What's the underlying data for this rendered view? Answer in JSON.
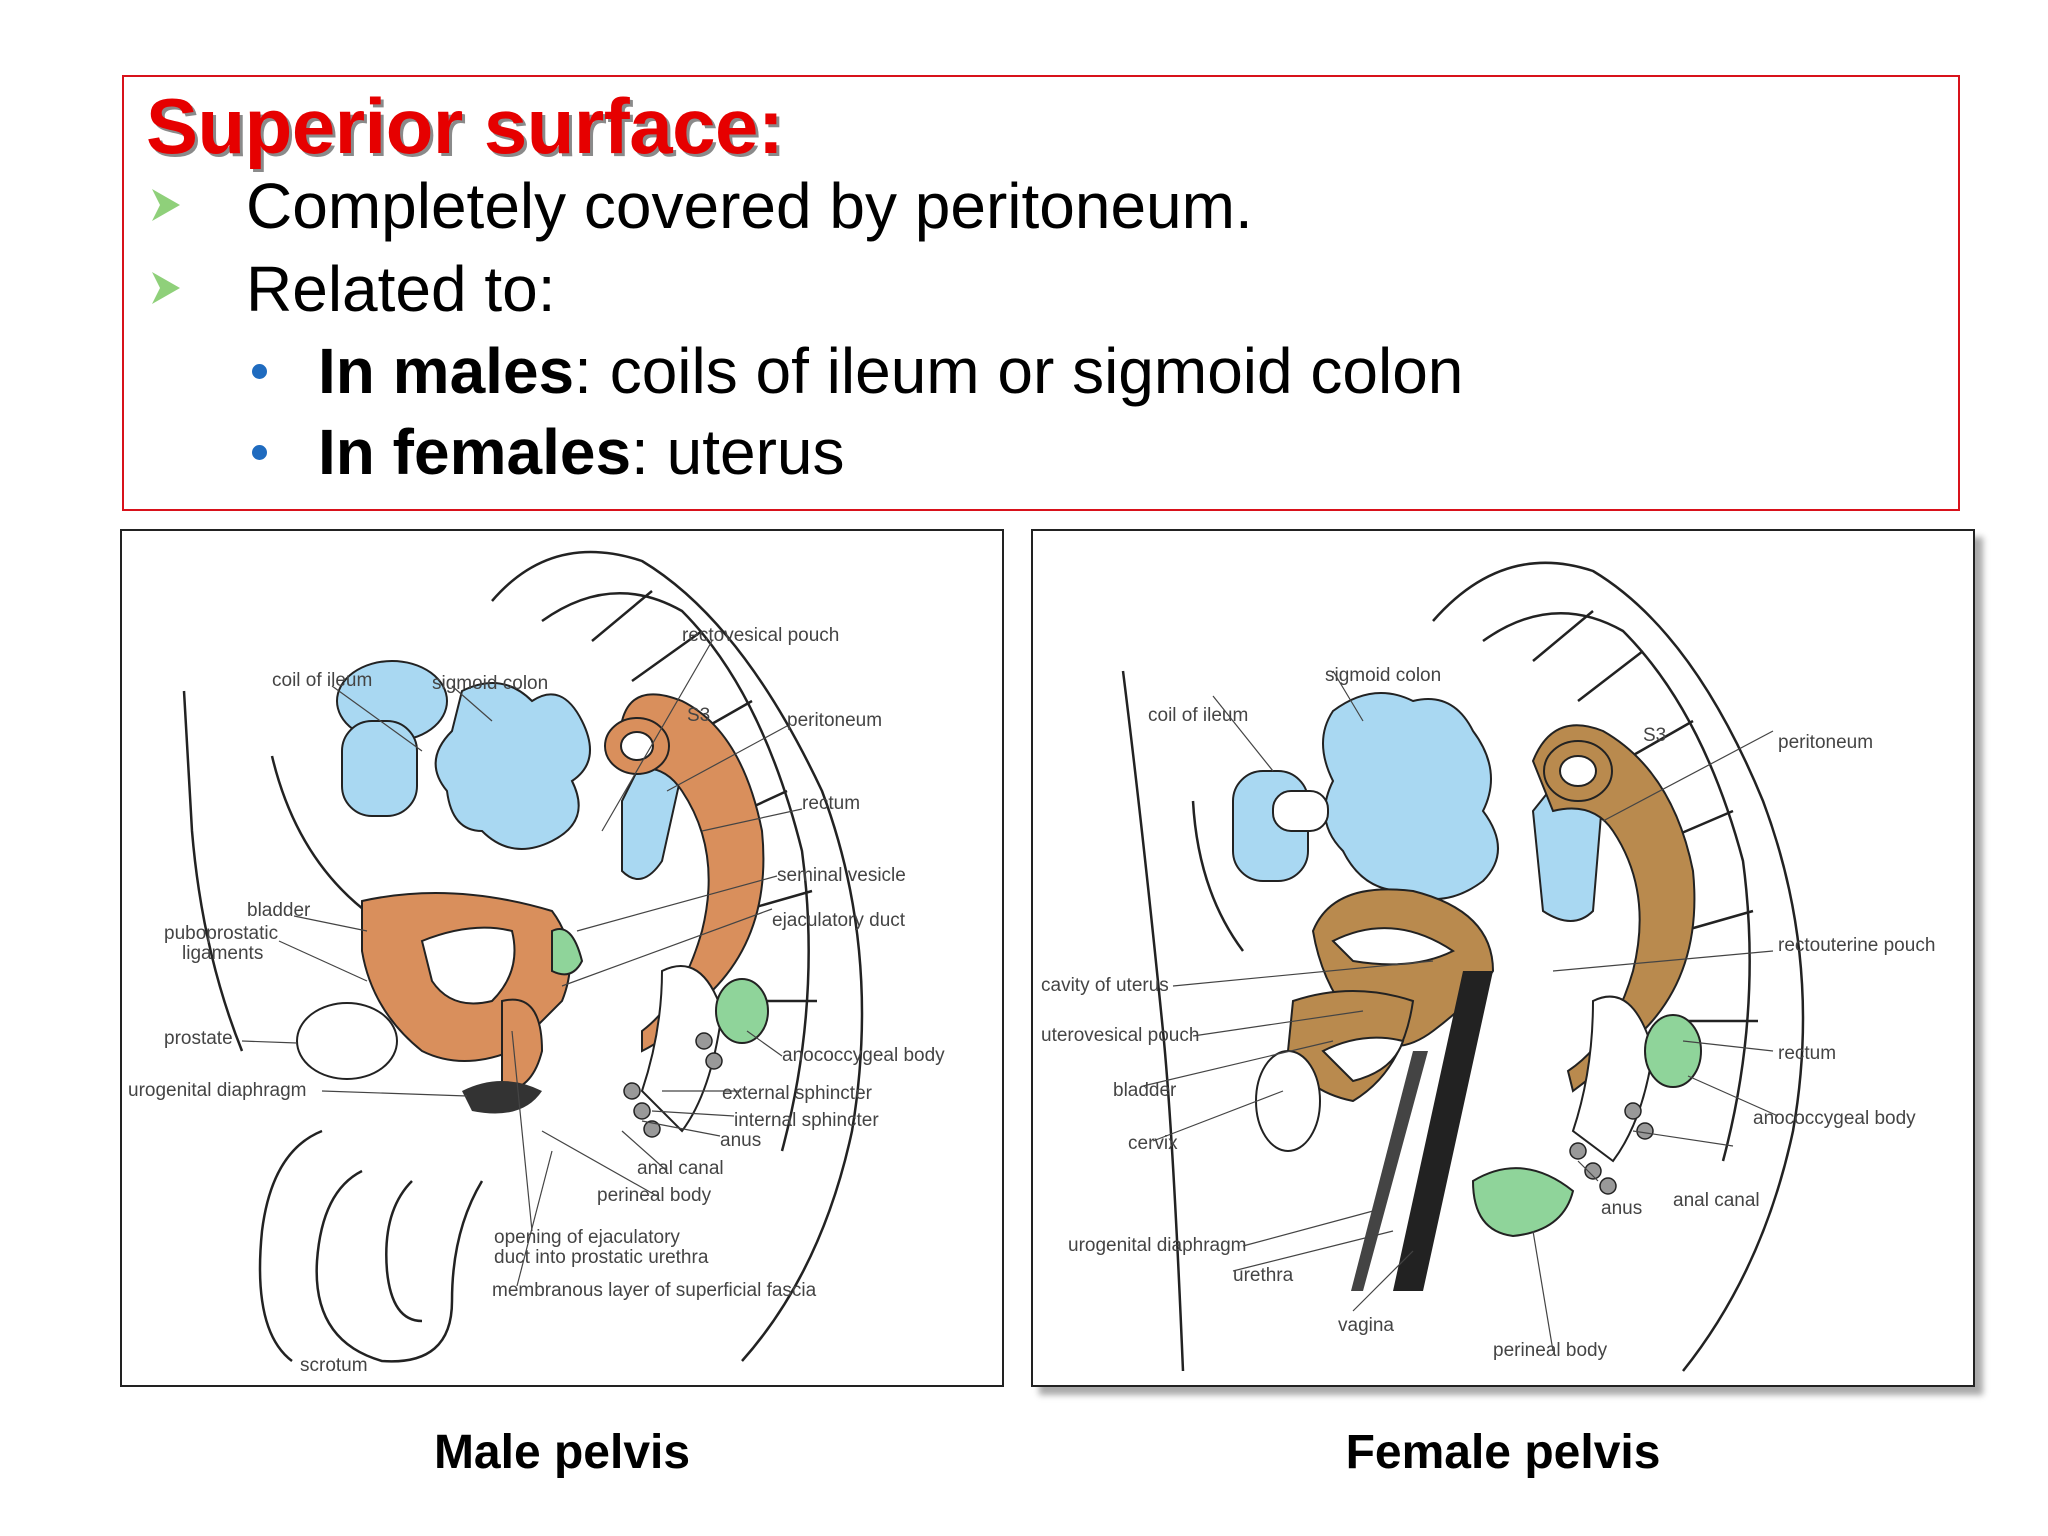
{
  "slide": {
    "title": "Superior surface:",
    "bullets": [
      {
        "text": "Completely covered by peritoneum."
      },
      {
        "text": "Related to:"
      }
    ],
    "sub_bullets": [
      {
        "bold": "In males",
        "rest": ": coils of ileum or sigmoid colon"
      },
      {
        "bold": "In females",
        "rest": ": uterus"
      }
    ]
  },
  "figures": {
    "male": {
      "caption": "Male pelvis",
      "labels": {
        "coil_ileum": "coil of  ileum",
        "sigmoid": "sigmoid colon",
        "s3": "S3",
        "rectovesical": "rectovesical pouch",
        "peritoneum": "peritoneum",
        "rectum": "rectum",
        "seminal": "seminal vesicle",
        "ejac": "ejaculatory duct",
        "bladder": "bladder",
        "pubopro1": "puboprostatic",
        "pubopro2": "ligaments",
        "prostate": "prostate",
        "urogenital": "urogenital diaphragm",
        "anococcygeal": "anococcygeal body",
        "ext_sph": "external sphincter",
        "int_sph": "internal sphincter",
        "anus": "anus",
        "anal_canal": "anal canal",
        "perineal": "perineal body",
        "opening1": "opening of ejaculatory",
        "opening2": "duct into prostatic urethra",
        "membranous": "membranous layer of superficial fascia",
        "scrotum": "scrotum"
      }
    },
    "female": {
      "caption": "Female pelvis",
      "labels": {
        "sigmoid": "sigmoid colon",
        "coil_ileum": "coil of  ileum",
        "s3": "S3",
        "peritoneum": "peritoneum",
        "rectouterine": "rectouterine pouch",
        "cavity": "cavity of uterus",
        "uterovesical": "uterovesical pouch",
        "bladder": "bladder",
        "cervix": "cervix",
        "rectum": "rectum",
        "anococcygeal": "anococcygeal body",
        "anal_canal": "anal canal",
        "anus": "anus",
        "urogenital": "urogenital diaphragm",
        "urethra": "urethra",
        "vagina": "vagina",
        "perineal": "perineal body"
      }
    }
  },
  "colors": {
    "title": "#e60000",
    "border": "#d8121b",
    "arrow": "#8fd07a",
    "dot": "#1f6bbf",
    "male_organ": "#d98f5c",
    "female_organ": "#b98a4e",
    "bowel": "#a9d8f2",
    "perineal_green": "#8fd49a"
  }
}
